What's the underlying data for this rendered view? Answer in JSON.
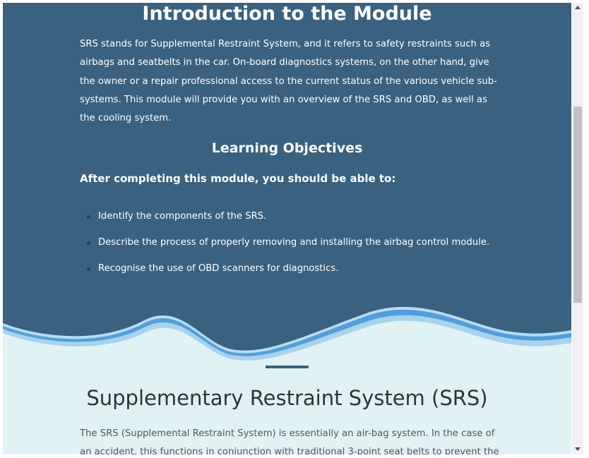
{
  "intro": {
    "title": "Introduction to the Module",
    "paragraph": "SRS stands for Supplemental Restraint System, and it refers to safety restraints such as airbags and seatbelts in the car. On-board diagnostics systems, on the other hand, give the owner or a repair professional access to the current status of the various vehicle sub-systems. This module will provide you with an overview of the SRS and OBD, as well as the cooling system."
  },
  "learning_objectives": {
    "heading": "Learning Objectives",
    "subheading": "After completing this module, you should be able to:",
    "items": [
      "Identify the components of the SRS.",
      "Describe the process of properly removing and installing the airbag control module.",
      "Recognise the use of OBD scanners for diagnostics."
    ]
  },
  "srs": {
    "title": "Supplementary Restraint System (SRS)",
    "paragraph": "The SRS (Supplemental Restraint System) is essentially an air-bag system. In the case of an accident, this functions in conjunction with traditional 3-point seat belts to prevent the"
  },
  "colors": {
    "intro_background": "#3a6180",
    "lower_background": "#e1f2f4",
    "wave_accent": "#4f9ee0",
    "divider": "#3a6180"
  }
}
